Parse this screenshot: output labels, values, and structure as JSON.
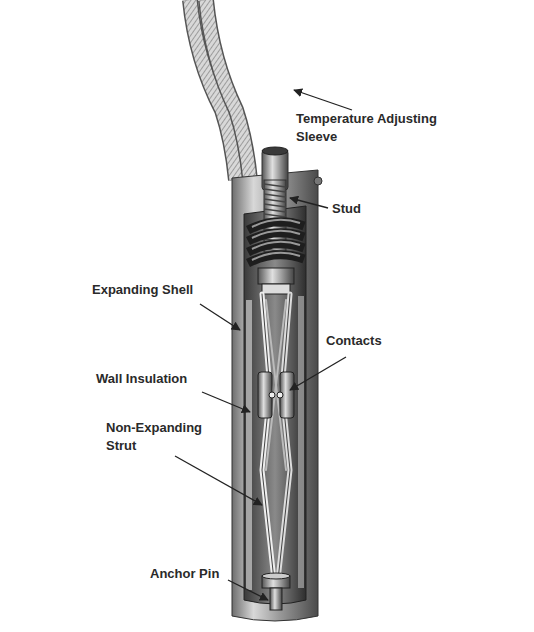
{
  "diagram": {
    "labels": [
      "Temperature Adjusting Sleeve",
      "Stud",
      "Expanding Shell",
      "Contacts",
      "Wall Insulation",
      "Non-Expanding Strut",
      "Anchor Pin"
    ]
  }
}
